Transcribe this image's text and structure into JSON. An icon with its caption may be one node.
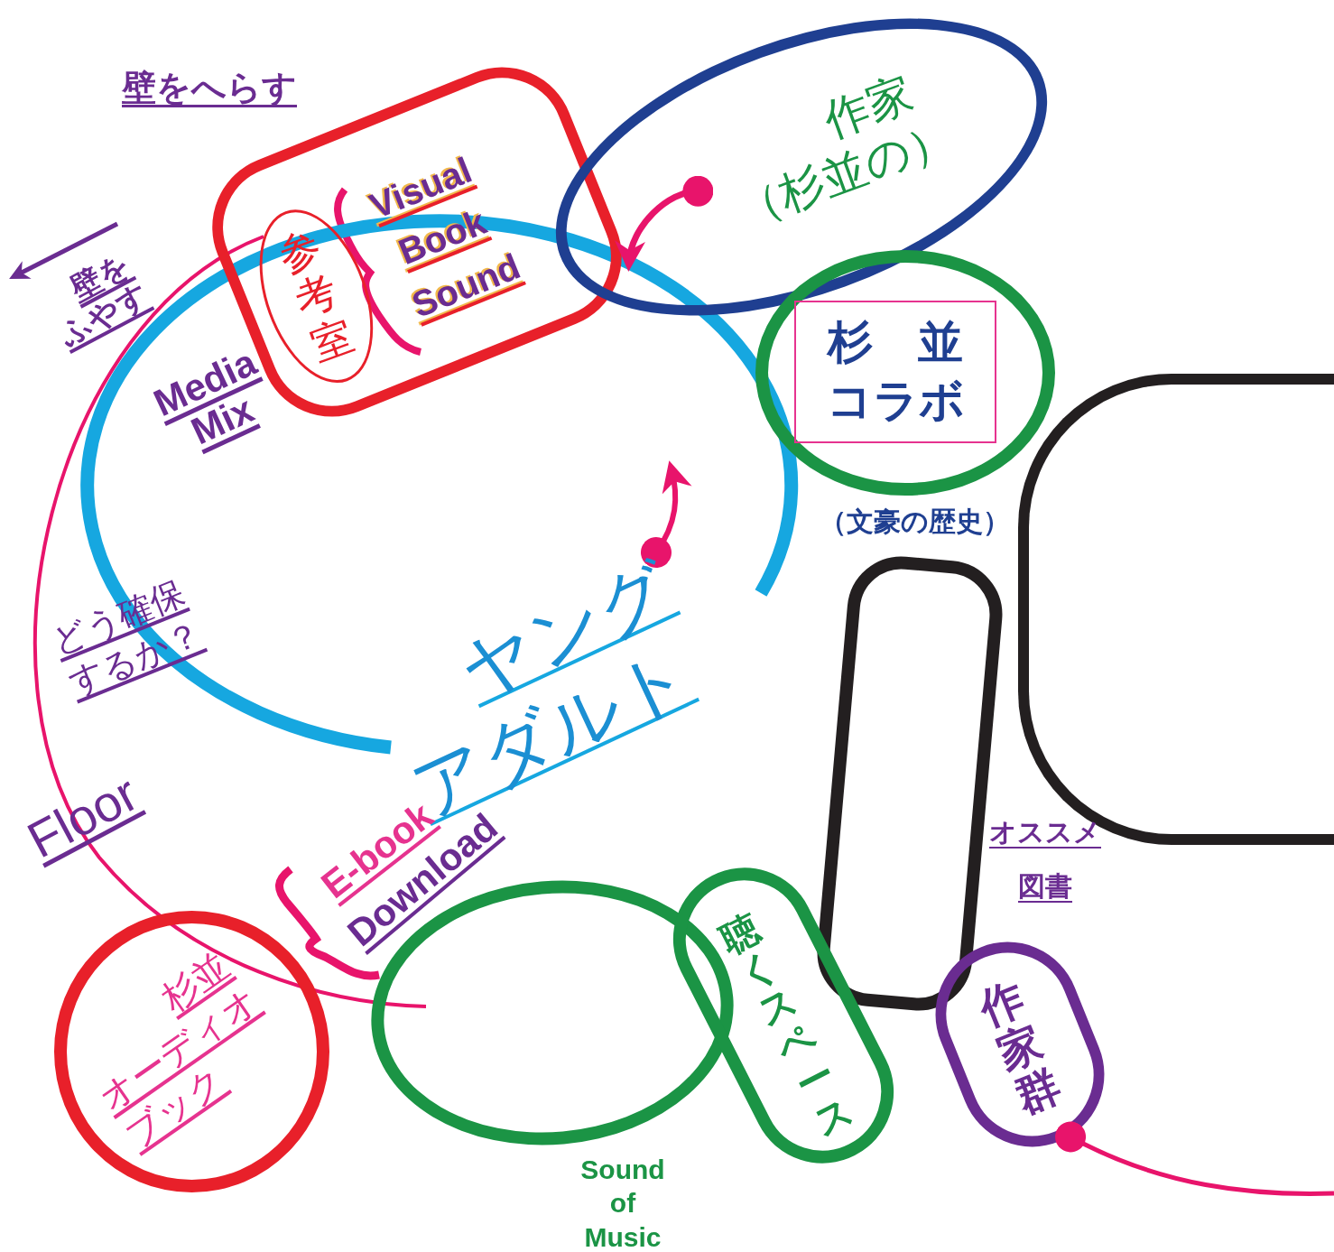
{
  "diagram": {
    "nodes": [
      {
        "text": [
          "Visual",
          "Book",
          "Sound"
        ]
      },
      {
        "text": [
          "参考室"
        ],
        "in": 0
      },
      {
        "text": [
          "作家（杉並の）"
        ]
      },
      {
        "text": [],
        "shape": "circle",
        "beside": [
          "（文豪の歴史）"
        ]
      },
      {
        "text": [
          "杉　並コラボ"
        ],
        "in": 3
      },
      {
        "text": [
          "ヤングアダルト"
        ]
      },
      {
        "text": [],
        "shape": "box"
      },
      {
        "text": [],
        "shape": "box"
      },
      {
        "text": [
          "杉並オーディオブック"
        ]
      },
      {
        "text": [],
        "shape": "circle"
      },
      {
        "text": [
          "聴くスペース"
        ]
      },
      {
        "text": [
          "作家群"
        ]
      }
    ],
    "edges": [
      {
        "from": 2,
        "to": 5,
        "arrow": "to"
      },
      {
        "from": 11,
        "to": null,
        "arrow": "other"
      }
    ],
    "labels": [
      "壁をへらす",
      "壁をふやす",
      "Media Mix",
      "どう確保するか？",
      "Floor",
      "E-book",
      "Download",
      "オススメ図書",
      "Sound of Music"
    ]
  }
}
